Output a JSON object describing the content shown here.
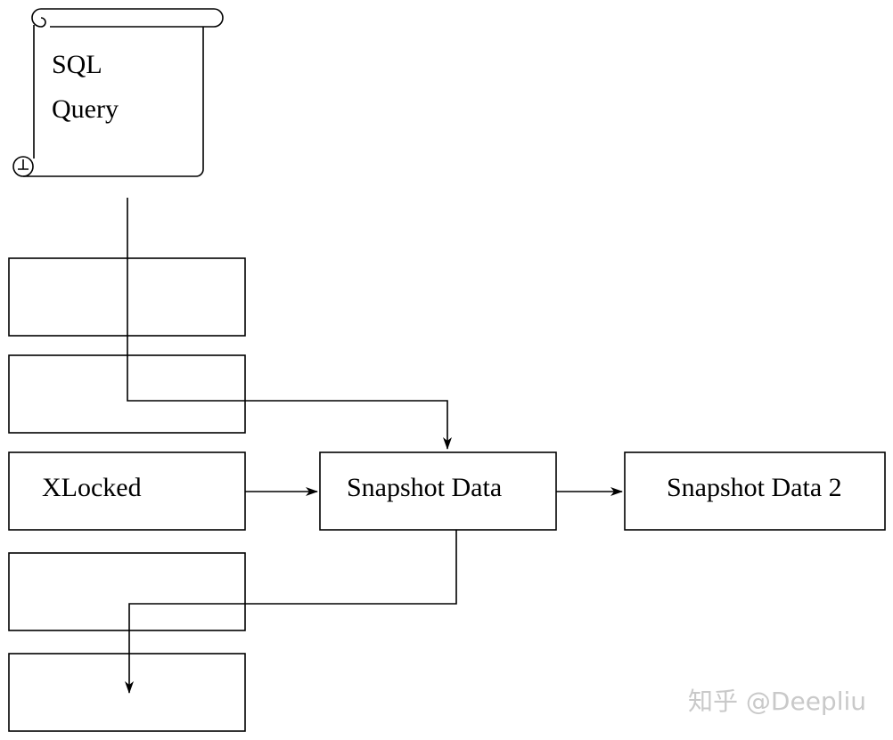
{
  "colors": {
    "stroke": "#000000",
    "background": "#ffffff",
    "watermark": "#c9c9c9"
  },
  "scroll": {
    "line1": "SQL",
    "line2": "Query",
    "icon": "scroll-document"
  },
  "blocks": [
    {
      "label": ""
    },
    {
      "label": ""
    },
    {
      "label": "XLocked"
    },
    {
      "label": ""
    },
    {
      "label": ""
    }
  ],
  "snapshot": {
    "label": "Snapshot Data"
  },
  "snapshot2": {
    "label": "Snapshot Data 2"
  },
  "watermark": {
    "text": "知乎 @Deepliu"
  }
}
